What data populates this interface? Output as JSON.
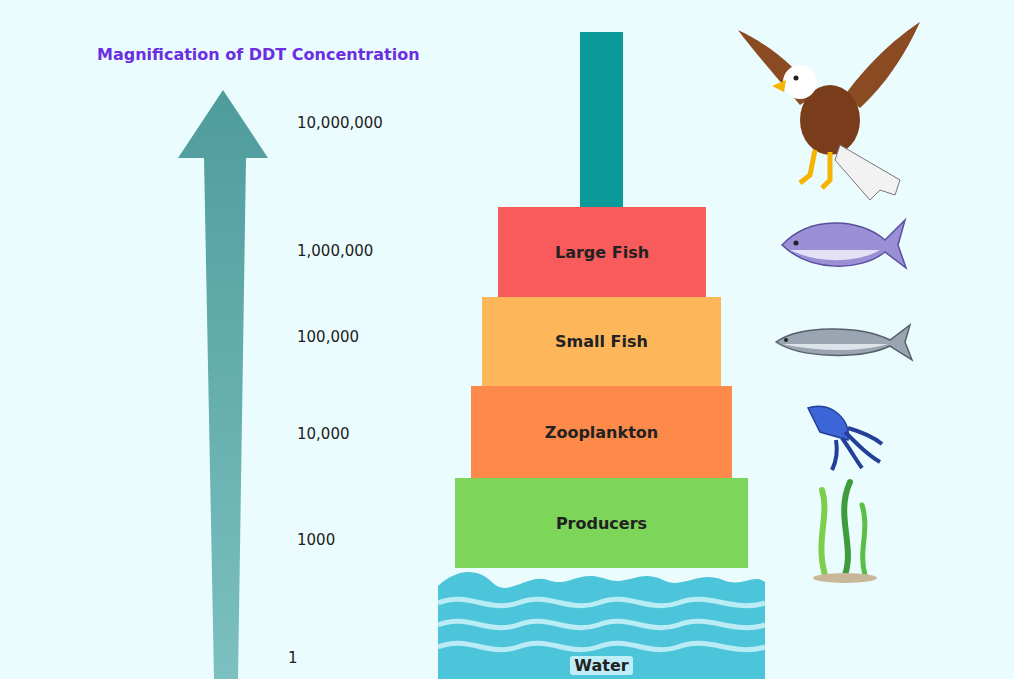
{
  "diagram": {
    "title": "Magnification of DDT Concentration",
    "nodes": [
      {
        "text": [
          "Large Fish"
        ]
      },
      {
        "text": [
          "Small Fish"
        ]
      },
      {
        "text": [
          "Zooplankton"
        ]
      },
      {
        "text": [
          "Producers"
        ]
      },
      {
        "text": [
          "Water"
        ]
      }
    ],
    "labels": [
      "10,000,000",
      "1,000,000",
      "100,000",
      "10,000",
      "1000",
      "1"
    ]
  }
}
